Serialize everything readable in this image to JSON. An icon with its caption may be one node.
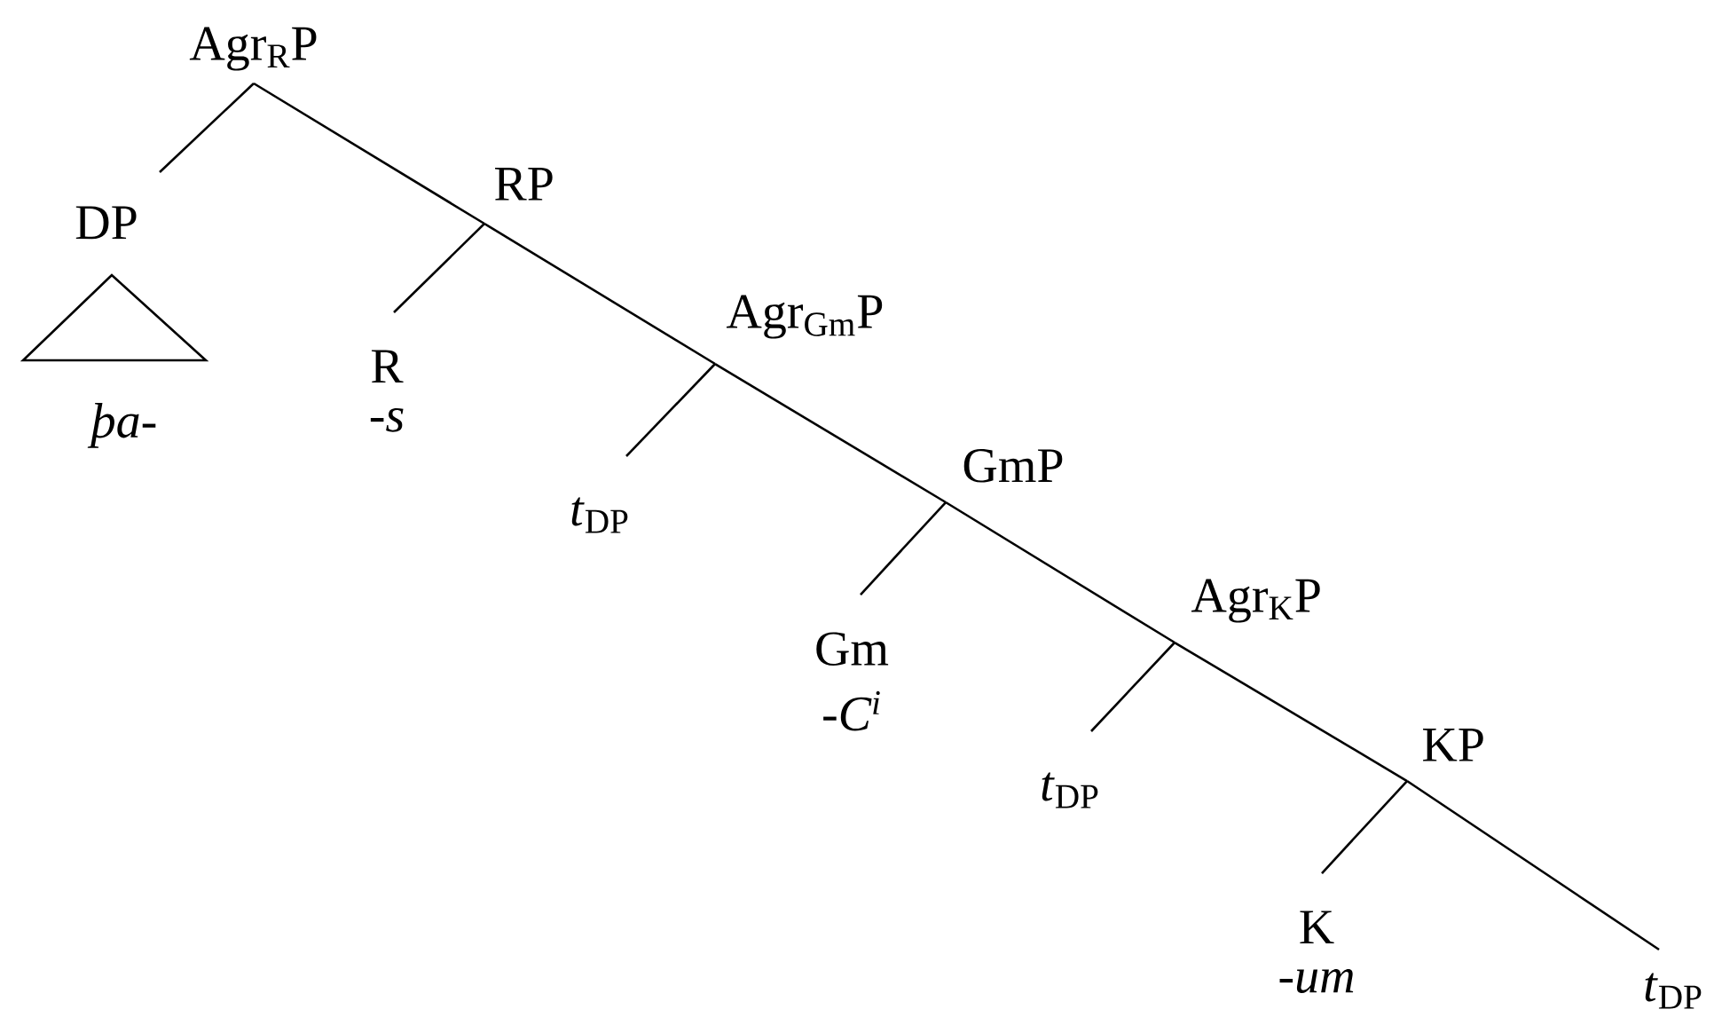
{
  "diagram": {
    "nodes": [
      {
        "text": [
          "Agr$_{R}$P"
        ]
      },
      {
        "text": [
          "DP"
        ],
        "beside": [
          "þa-"
        ]
      },
      {
        "text": [
          "RP"
        ]
      },
      {
        "text": [
          "R"
        ],
        "beside": [
          "-s"
        ]
      },
      {
        "text": [
          "Agr$_{Gm}$P"
        ]
      },
      {
        "text": [
          "*t*$_{DP}$"
        ]
      },
      {
        "text": [
          "GmP"
        ]
      },
      {
        "text": [
          "Gm"
        ],
        "beside": [
          "-C$^{i}$"
        ]
      },
      {
        "text": [
          "Agr$_{K}$P"
        ]
      },
      {
        "text": [
          "*t*$_{DP}$"
        ]
      },
      {
        "text": [
          "KP"
        ]
      },
      {
        "text": [
          "K"
        ],
        "beside": [
          "-um"
        ]
      },
      {
        "text": [
          "*t*$_{DP}$"
        ]
      }
    ],
    "edges": [
      {
        "from": 0,
        "to": 1,
        "arrow": "none"
      },
      {
        "from": 0,
        "to": 2,
        "arrow": "none"
      },
      {
        "from": 2,
        "to": 3,
        "arrow": "none"
      },
      {
        "from": 2,
        "to": 4,
        "arrow": "none"
      },
      {
        "from": 4,
        "to": 5,
        "arrow": "none"
      },
      {
        "from": 4,
        "to": 6,
        "arrow": "none"
      },
      {
        "from": 6,
        "to": 7,
        "arrow": "none"
      },
      {
        "from": 6,
        "to": 8,
        "arrow": "none"
      },
      {
        "from": 8,
        "to": 9,
        "arrow": "none"
      },
      {
        "from": 8,
        "to": 10,
        "arrow": "none"
      },
      {
        "from": 10,
        "to": 11,
        "arrow": "none"
      },
      {
        "from": 10,
        "to": 12,
        "arrow": "none"
      }
    ]
  }
}
